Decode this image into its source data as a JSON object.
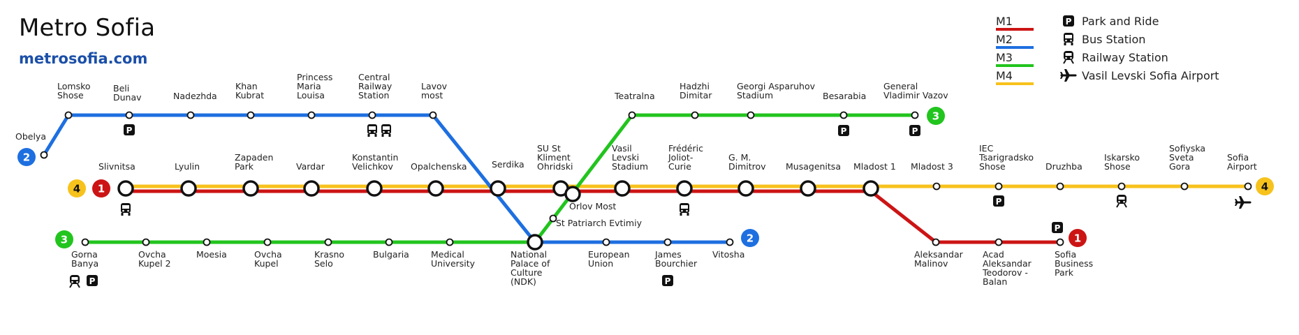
{
  "header": {
    "title": "Metro Sofia",
    "url": "metrosofia.com"
  },
  "colors": {
    "M1": "#cc1414",
    "M2": "#1e6fe0",
    "M3": "#22c41e",
    "M4": "#f7c21c"
  },
  "legend": {
    "lines": [
      "M1",
      "M2",
      "M3",
      "M4"
    ],
    "symbols": [
      {
        "icon": "parking-icon",
        "label": "Park and Ride"
      },
      {
        "icon": "bus-icon",
        "label": "Bus Station"
      },
      {
        "icon": "train-icon",
        "label": "Railway Station"
      },
      {
        "icon": "airplane-icon",
        "label": "Vasil Levski Sofia Airport"
      }
    ]
  },
  "line_badges": [
    "1",
    "2",
    "3",
    "4"
  ],
  "stations": [
    "Obelya",
    "Lomsko Shose",
    "Beli Dunav",
    "Nadezhda",
    "Khan Kubrat",
    "Princess Maria Louisa",
    "Central Railway Station",
    "Lavov most",
    "Slivnitsa",
    "Lyulin",
    "Zapaden Park",
    "Vardar",
    "Konstantin Velichkov",
    "Opalchenska",
    "Serdika",
    "SU St Kliment Ohridski",
    "Orlov Most",
    "Vasil Levski Stadium",
    "Frédéric Joliot-Curie",
    "G. M. Dimitrov",
    "Musagenitsa",
    "Mladost 1",
    "Mladost 3",
    "IEC Tsarigradsko Shose",
    "Druzhba",
    "Iskarsko Shose",
    "Sofiyska Sveta Gora",
    "Sofia Airport",
    "Teatralna",
    "Hadzhi Dimitar",
    "Georgi Asparuhov Stadium",
    "Besarabia",
    "General Vladimir Vazov",
    "St Patriarch Evtimiy",
    "Gorna Banya",
    "Ovcha Kupel 2",
    "Moesia",
    "Ovcha Kupel",
    "Krasno Selo",
    "Bulgaria",
    "Medical University",
    "National Palace of Culture (NDK)",
    "European Union",
    "James Bourchier",
    "Vitosha",
    "Aleksandar Malinov",
    "Acad Aleksandar Teodorov - Balan",
    "Sofia Business Park"
  ]
}
